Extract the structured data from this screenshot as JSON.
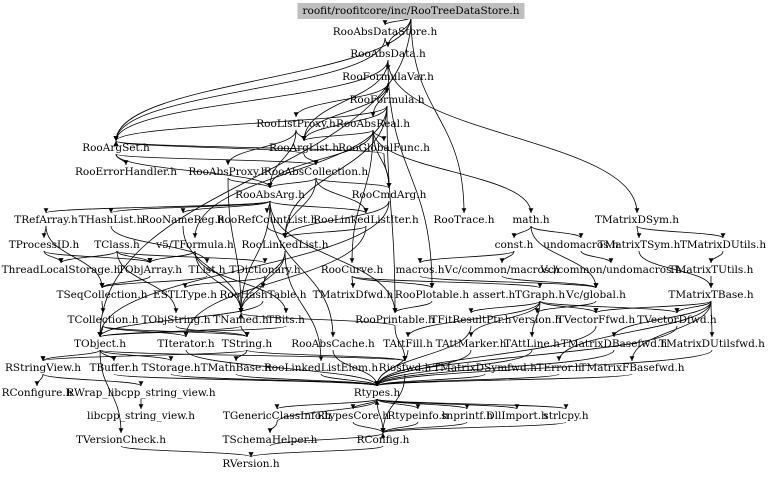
{
  "graph": {
    "root": "roofit/roofitcore/inc/RooTreeDataStore.h",
    "nodes": [
      "RooAbsDataStore.h",
      "RooAbsData.h",
      "RooFormulaVar.h",
      "RooFormula.h",
      "RooListProxy.h",
      "RooAbsReal.h",
      "RooArgSet.h",
      "RooArgList.h",
      "RooGlobalFunc.h",
      "RooErrorHandler.h",
      "RooAbsProxy.h",
      "RooAbsCollection.h",
      "RooAbsArg.h",
      "RooCmdArg.h",
      "TRefArray.h",
      "THashList.h",
      "RooNameReg.h",
      "RooRefCountList.h",
      "RooLinkedListIter.h",
      "RooTrace.h",
      "math.h",
      "TMatrixDSym.h",
      "TProcessID.h",
      "TClass.h",
      "v5/TFormula.h",
      "RooLinkedList.h",
      "const.h",
      "undomacros.h",
      "TMatrixTSym.h",
      "TMatrixDUtils.h",
      "ThreadLocalStorage.h",
      "TObjArray.h",
      "TList.h",
      "TDictionary.h",
      "RooCurve.h",
      "macros.h",
      "Vc/common/macros.h",
      "Vc/common/undomacros.h",
      "TMatrixTUtils.h",
      "TSeqCollection.h",
      "ESTLType.h",
      "RooHashTable.h",
      "TMatrixDfwd.h",
      "RooPlotable.h",
      "assert.h",
      "TGraph.h",
      "Vc/global.h",
      "TMatrixTBase.h",
      "TCollection.h",
      "TObjString.h",
      "TNamed.h",
      "TBits.h",
      "RooPrintable.h",
      "TFitResultPtr.h",
      "version.h",
      "TVectorFfwd.h",
      "TVectorDfwd.h",
      "TObject.h",
      "TIterator.h",
      "TString.h",
      "RooAbsCache.h",
      "TAttFill.h",
      "TAttMarker.h",
      "TAttLine.h",
      "TMatrixDBasefwd.h",
      "TMatrixDUtilsfwd.h",
      "RStringView.h",
      "TBuffer.h",
      "TStorage.h",
      "TMathBase.h",
      "RooLinkedListElem.h",
      "Riosfwd.h",
      "TMatrixDSymfwd.h",
      "TError.h",
      "TMatrixFBasefwd.h",
      "RConfigure.h",
      "RWrap_libcpp_string_view.h",
      "Rtypes.h",
      "libcpp_string_view.h",
      "TGenericClassInfo.h",
      "RtypesCore.h",
      "Rtypeinfo.h",
      "snprintf.h",
      "DllImport.h",
      "strlcpy.h",
      "TVersionCheck.h",
      "TSchemaHelper.h",
      "RConfig.h",
      "RVersion.h"
    ]
  }
}
